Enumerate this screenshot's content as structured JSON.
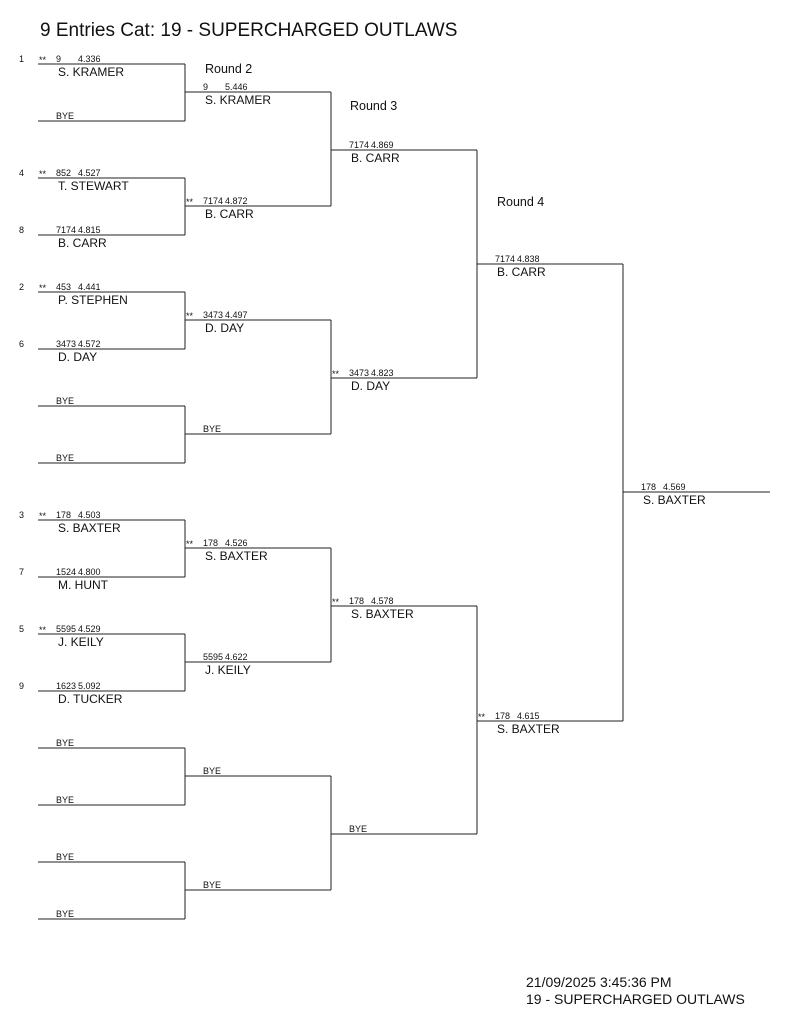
{
  "header": {
    "title": "9 Entries Cat: 19 - SUPERCHARGED OUTLAWS"
  },
  "rounds": {
    "r2": "Round 2",
    "r3": "Round 3",
    "r4": "Round 4"
  },
  "round1": [
    {
      "seed": "1",
      "mark": "**",
      "num": "9",
      "et": "4.336",
      "name": "S. KRAMER"
    },
    {
      "bye": "BYE"
    },
    {
      "seed": "4",
      "mark": "**",
      "num": "852",
      "et": "4.527",
      "name": "T. STEWART"
    },
    {
      "seed": "8",
      "mark": "",
      "num": "7174",
      "et": "4.815",
      "name": "B. CARR"
    },
    {
      "seed": "2",
      "mark": "**",
      "num": "453",
      "et": "4.441",
      "name": "P. STEPHEN"
    },
    {
      "seed": "6",
      "mark": "",
      "num": "3473",
      "et": "4.572",
      "name": "D. DAY"
    },
    {
      "bye": "BYE"
    },
    {
      "bye": "BYE"
    },
    {
      "seed": "3",
      "mark": "**",
      "num": "178",
      "et": "4.503",
      "name": "S. BAXTER"
    },
    {
      "seed": "7",
      "mark": "",
      "num": "1524",
      "et": "4.800",
      "name": "M. HUNT"
    },
    {
      "seed": "5",
      "mark": "**",
      "num": "5595",
      "et": "4.529",
      "name": "J. KEILY"
    },
    {
      "seed": "9",
      "mark": "",
      "num": "1623",
      "et": "5.092",
      "name": "D. TUCKER"
    },
    {
      "bye": "BYE"
    },
    {
      "bye": "BYE"
    },
    {
      "bye": "BYE"
    },
    {
      "bye": "BYE"
    }
  ],
  "round2": [
    {
      "mark": "",
      "num": "9",
      "et": "5.446",
      "name": "S. KRAMER"
    },
    {
      "mark": "**",
      "num": "7174",
      "et": "4.872",
      "name": "B. CARR"
    },
    {
      "mark": "**",
      "num": "3473",
      "et": "4.497",
      "name": "D. DAY"
    },
    {
      "bye": "BYE"
    },
    {
      "mark": "**",
      "num": "178",
      "et": "4.526",
      "name": "S. BAXTER"
    },
    {
      "mark": "",
      "num": "5595",
      "et": "4.622",
      "name": "J. KEILY"
    },
    {
      "bye": "BYE"
    },
    {
      "bye": "BYE"
    }
  ],
  "round3": [
    {
      "mark": "",
      "num": "7174",
      "et": "4.869",
      "name": "B. CARR"
    },
    {
      "mark": "**",
      "num": "3473",
      "et": "4.823",
      "name": "D. DAY"
    },
    {
      "mark": "**",
      "num": "178",
      "et": "4.578",
      "name": "S. BAXTER"
    },
    {
      "bye": "BYE"
    }
  ],
  "round4": [
    {
      "mark": "",
      "num": "7174",
      "et": "4.838",
      "name": "B. CARR"
    },
    {
      "mark": "**",
      "num": "178",
      "et": "4.615",
      "name": "S. BAXTER"
    }
  ],
  "final": {
    "mark": "",
    "num": "178",
    "et": "4.569",
    "name": "S. BAXTER"
  },
  "footer": {
    "datetime": "21/09/2025 3:45:36 PM",
    "category": "19 - SUPERCHARGED OUTLAWS"
  }
}
